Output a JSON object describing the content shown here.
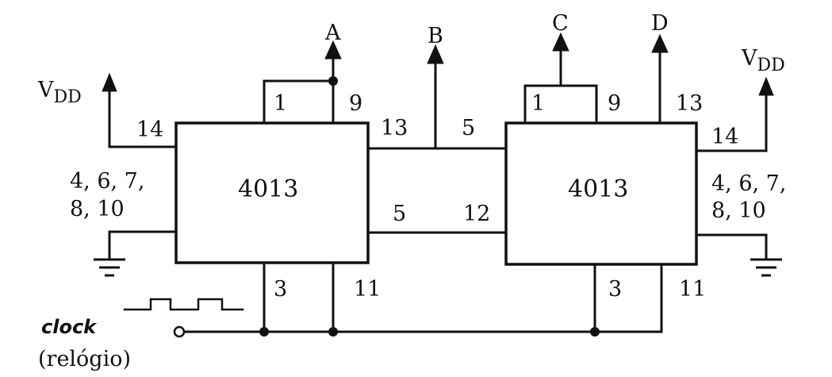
{
  "chips": {
    "left": {
      "label": "4013"
    },
    "right": {
      "label": "4013"
    }
  },
  "supply": {
    "left": "VDD",
    "right": "VDD",
    "v": "V",
    "sub": "DD"
  },
  "outputs": {
    "a": "A",
    "b": "B",
    "c": "C",
    "d": "D"
  },
  "pins": {
    "left": {
      "p1": "1",
      "p9": "9",
      "p13": "13",
      "p14": "14",
      "p5": "5",
      "p3": "3",
      "p11": "11",
      "grounded_line1": "4, 6, 7,",
      "grounded_line2": "8, 10"
    },
    "right": {
      "p1": "1",
      "p9": "9",
      "p13": "13",
      "p14": "14",
      "p5": "5",
      "p12": "12",
      "p3": "3",
      "p11": "11",
      "grounded_line1": "4, 6, 7,",
      "grounded_line2": "8, 10"
    }
  },
  "clock": {
    "label": "clock",
    "translation": "(relógio)"
  }
}
